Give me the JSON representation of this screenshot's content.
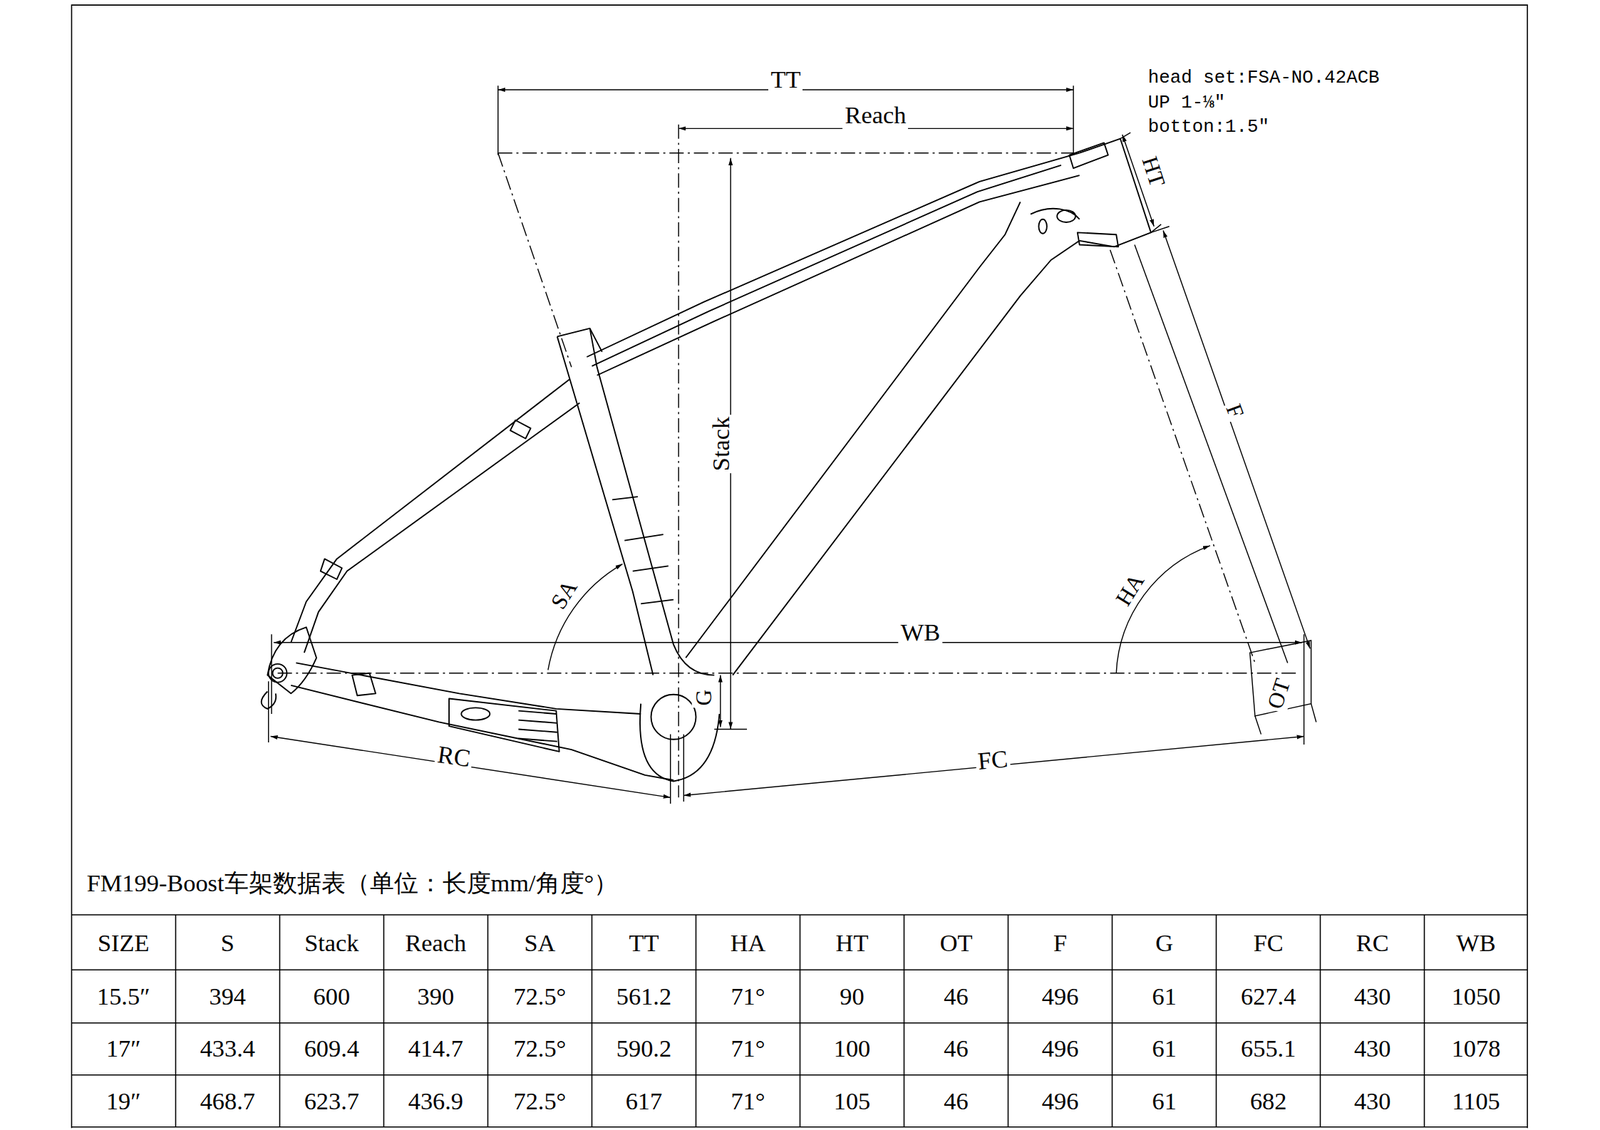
{
  "diagram": {
    "title": "FM199-Boost车架数据表（单位：长度mm/角度°）",
    "labels": [
      "TT",
      "Reach",
      "head set:FSA-NO.42ACB",
      "UP 1-⅛″",
      "botton:1.5″",
      "HT",
      "Stack",
      "F",
      "SA",
      "HA",
      "WB",
      "G",
      "OT",
      "RC",
      "FC",
      "SIZE",
      "S",
      "Stack",
      "Reach",
      "SA",
      "TT",
      "HA",
      "HT",
      "OT",
      "F",
      "G",
      "FC",
      "RC",
      "WB",
      "15.5″",
      "394",
      "600",
      "390",
      "72.5°",
      "561.2",
      "71°",
      "90",
      "46",
      "496",
      "61",
      "627.4",
      "430",
      "1050",
      "17″",
      "433.4",
      "609.4",
      "414.7",
      "72.5°",
      "590.2",
      "71°",
      "100",
      "46",
      "496",
      "61",
      "655.1",
      "430",
      "1078",
      "19″",
      "468.7",
      "623.7",
      "436.9",
      "72.5°",
      "617",
      "71°",
      "105",
      "46",
      "496",
      "61",
      "682",
      "430",
      "1105"
    ]
  }
}
